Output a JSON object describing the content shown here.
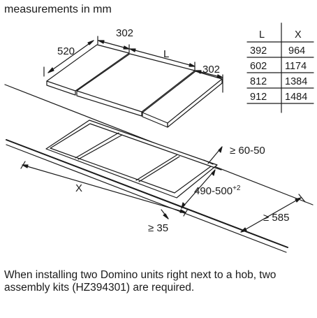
{
  "title": "measurements in mm",
  "labels": {
    "top_depth": "520",
    "top_width_left": "302",
    "top_length": "L",
    "top_width_right": "302",
    "cutout_x": "X",
    "cutout_depth": "490-500",
    "cutout_depth_sup": "+2",
    "front_gap": "≥ 35",
    "rear_gap": "≥ 60-50",
    "worktop_depth": "≥ 585"
  },
  "table": {
    "headers": [
      "L",
      "X"
    ],
    "rows": [
      [
        "392",
        "964"
      ],
      [
        "602",
        "1174"
      ],
      [
        "812",
        "1384"
      ],
      [
        "912",
        "1484"
      ]
    ]
  },
  "note": "When installing two Domino units right next to a hob, two assembly kits (HZ394301) are required."
}
